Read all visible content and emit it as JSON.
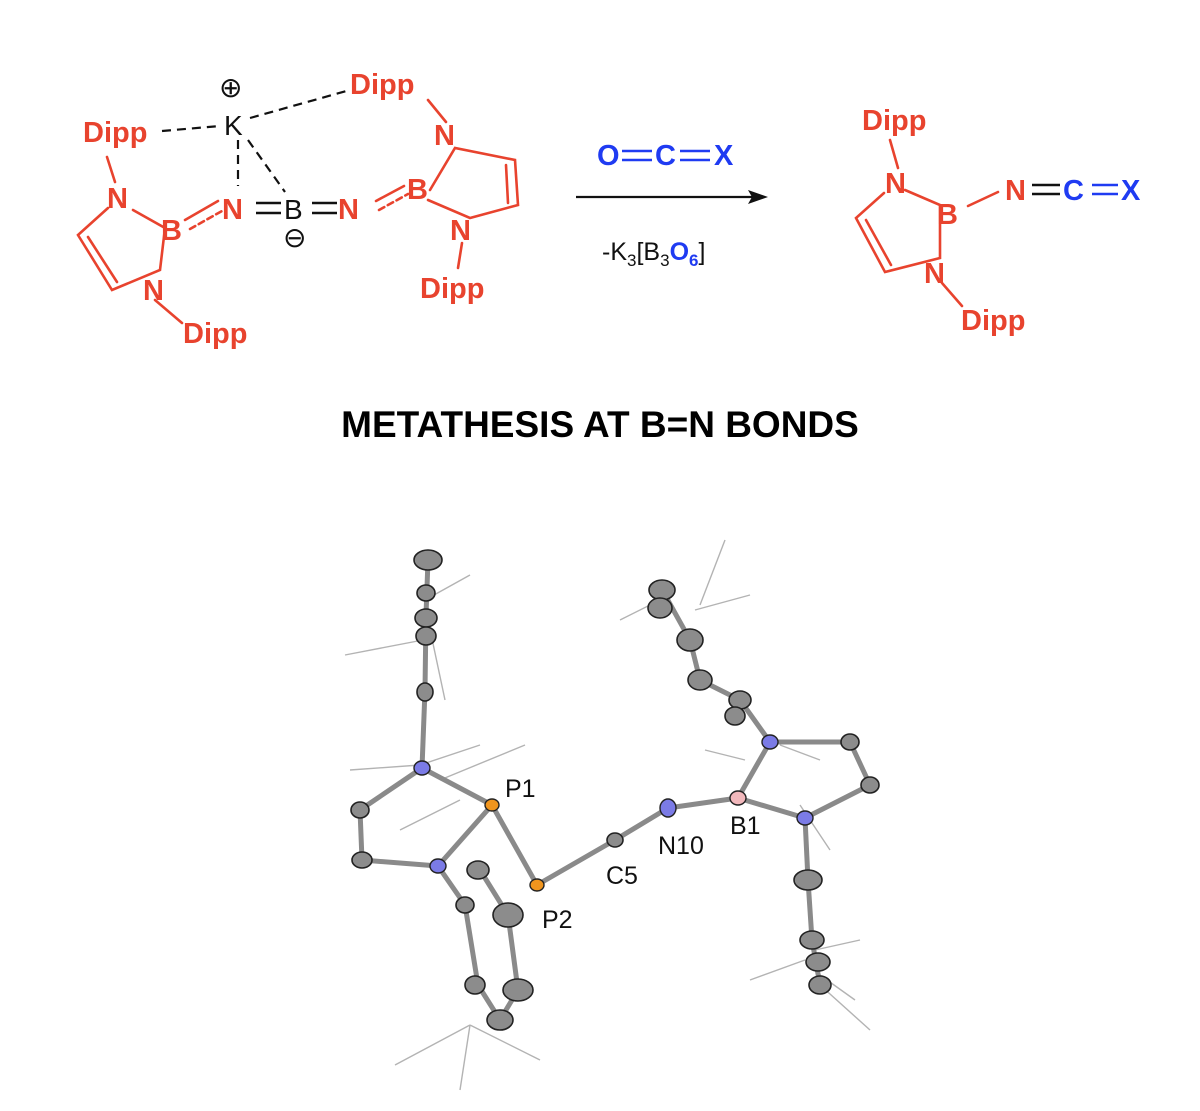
{
  "reactant": {
    "dipp_label": "Dipp",
    "k_label": "K",
    "charge_plus": "⊕",
    "charge_minus": "⊖",
    "n_label": "N",
    "b_label": "B"
  },
  "arrow": {
    "reagent_o": "O",
    "reagent_c": "C",
    "reagent_x": "X",
    "byproduct_prefix": "-K",
    "byproduct_sub1": "3",
    "byproduct_b": "[B",
    "byproduct_sub2": "3",
    "byproduct_o": "O",
    "byproduct_sub3": "6",
    "byproduct_end": "]"
  },
  "product": {
    "dipp_label": "Dipp",
    "n_label": "N",
    "b_label": "B",
    "c_label": "C",
    "x_label": "X"
  },
  "title": "METATHESIS AT B=N BONDS",
  "crystal_structure": {
    "labels": {
      "p1": "P1",
      "p2": "P2",
      "c5": "C5",
      "n10": "N10",
      "b1": "B1"
    }
  }
}
